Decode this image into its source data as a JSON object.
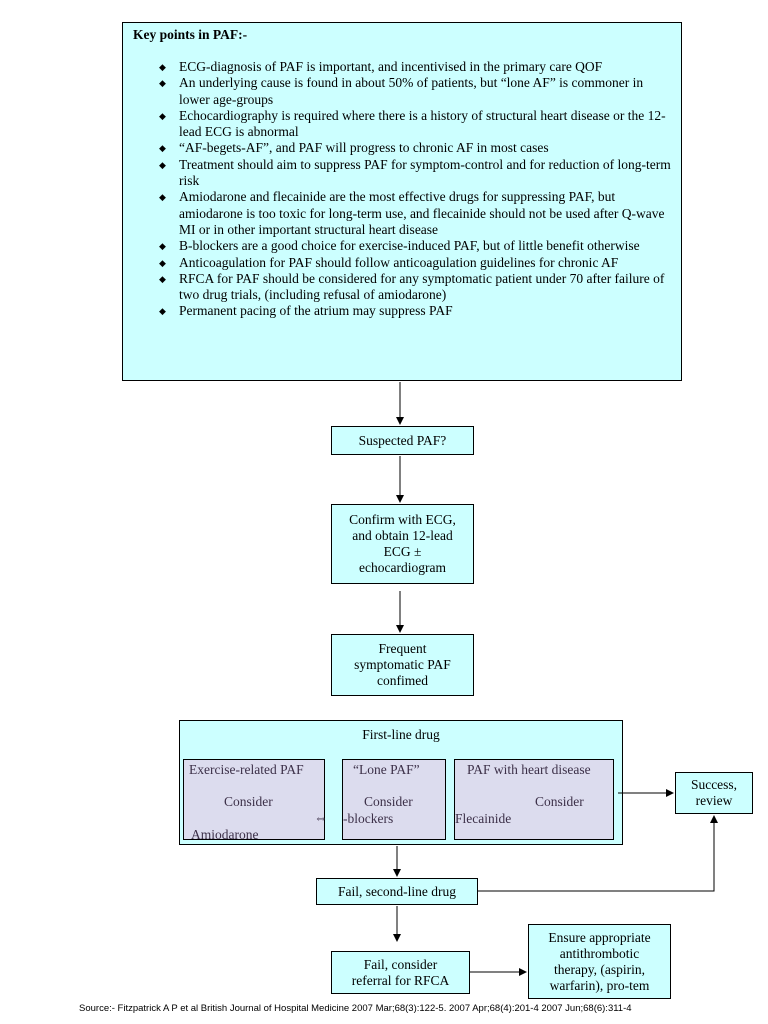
{
  "key_points": {
    "title": "Key points in PAF:-",
    "items": [
      "ECG-diagnosis of PAF is important, and incentivised in the primary care QOF",
      "An underlying cause is found in about 50% of patients, but “lone AF” is commoner in lower age-groups",
      "Echocardiography is required where there is a history of structural heart disease or the 12-lead ECG is abnormal",
      "“AF-begets-AF”, and PAF will progress to chronic AF in most cases",
      "Treatment should aim to suppress PAF for symptom-control and for reduction of long-term risk",
      "Amiodarone and flecainide are the most effective drugs for suppressing PAF, but amiodarone is too toxic for long-term use, and flecainide should not be used after Q-wave MI or in other important structural heart disease",
      "B-blockers are a good choice for exercise-induced PAF, but of little benefit otherwise",
      "Anticoagulation for PAF should follow anticoagulation guidelines for chronic AF",
      "RFCA for PAF should be considered for any symptomatic patient under 70 after failure of two drug trials, (including refusal of amiodarone)",
      "Permanent pacing of the atrium may suppress PAF"
    ]
  },
  "flow": {
    "suspected": "Suspected PAF?",
    "confirm": [
      "Confirm with ECG,",
      "and obtain 12-lead",
      "ECG ±",
      "echocardiogram"
    ],
    "frequent": [
      "Frequent",
      "symptomatic PAF",
      "confimed"
    ],
    "first_line": {
      "title": "First-line drug",
      "exercise": {
        "label": "Exercise-related PAF",
        "consider": "Consider",
        "drug": "Amiodarone"
      },
      "lone": {
        "label": "“Lone PAF”",
        "consider": "Consider",
        "drug": "-blockers",
        "symbol": "⇔"
      },
      "heart": {
        "label": "PAF with heart disease",
        "consider": "Consider",
        "drug": "Flecainide"
      }
    },
    "success": [
      "Success,",
      "review"
    ],
    "second_line": "Fail, second-line drug",
    "rfca": [
      "Fail, consider",
      "referral for RFCA"
    ],
    "antithrombotic": [
      "Ensure appropriate",
      "antithrombotic",
      "therapy, (aspirin,",
      "warfarin), pro-tem"
    ]
  },
  "source": "Source:- Fitzpatrick A P et al   British Journal of Hospital Medicine 2007 Mar;68(3):122-5. 2007 Apr;68(4):201-4 2007 Jun;68(6):311-4"
}
